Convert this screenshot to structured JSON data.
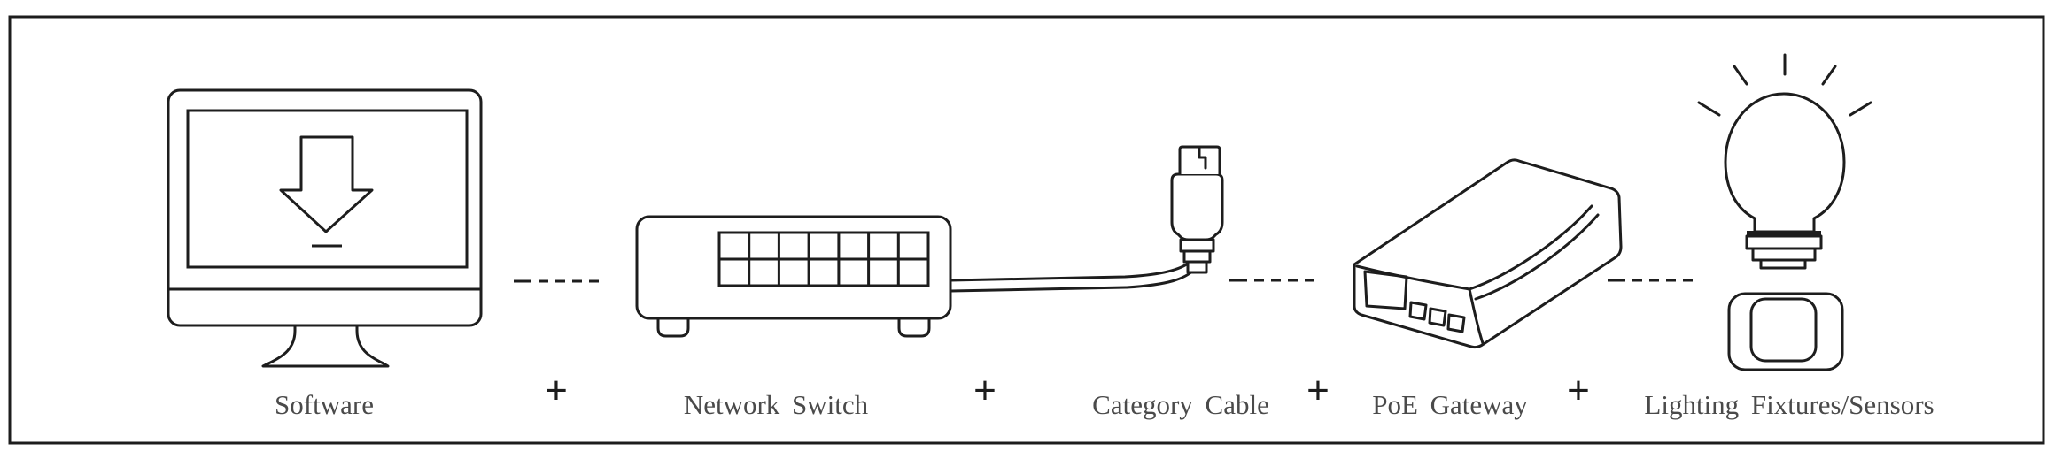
{
  "figure": {
    "title": "PoE lighting system components diagram",
    "background": "#ffffff",
    "line_color": "#1d1d1d",
    "label_color": "#4a4a4a",
    "connector_style": "dashed",
    "separator_symbol": "+"
  },
  "items": [
    {
      "label": "Software",
      "icon": "desktop-monitor-download-icon"
    },
    {
      "label": "Network Switch",
      "icon": "network-switch-icon"
    },
    {
      "label": "Category Cable",
      "icon": "ethernet-cable-plug-icon"
    },
    {
      "label": "PoE Gateway",
      "icon": "poe-gateway-box-icon"
    },
    {
      "label": "Lighting Fixtures/Sensors",
      "icon": "light-bulb-and-sensor-icon"
    }
  ],
  "separators": {
    "plus": "+"
  }
}
